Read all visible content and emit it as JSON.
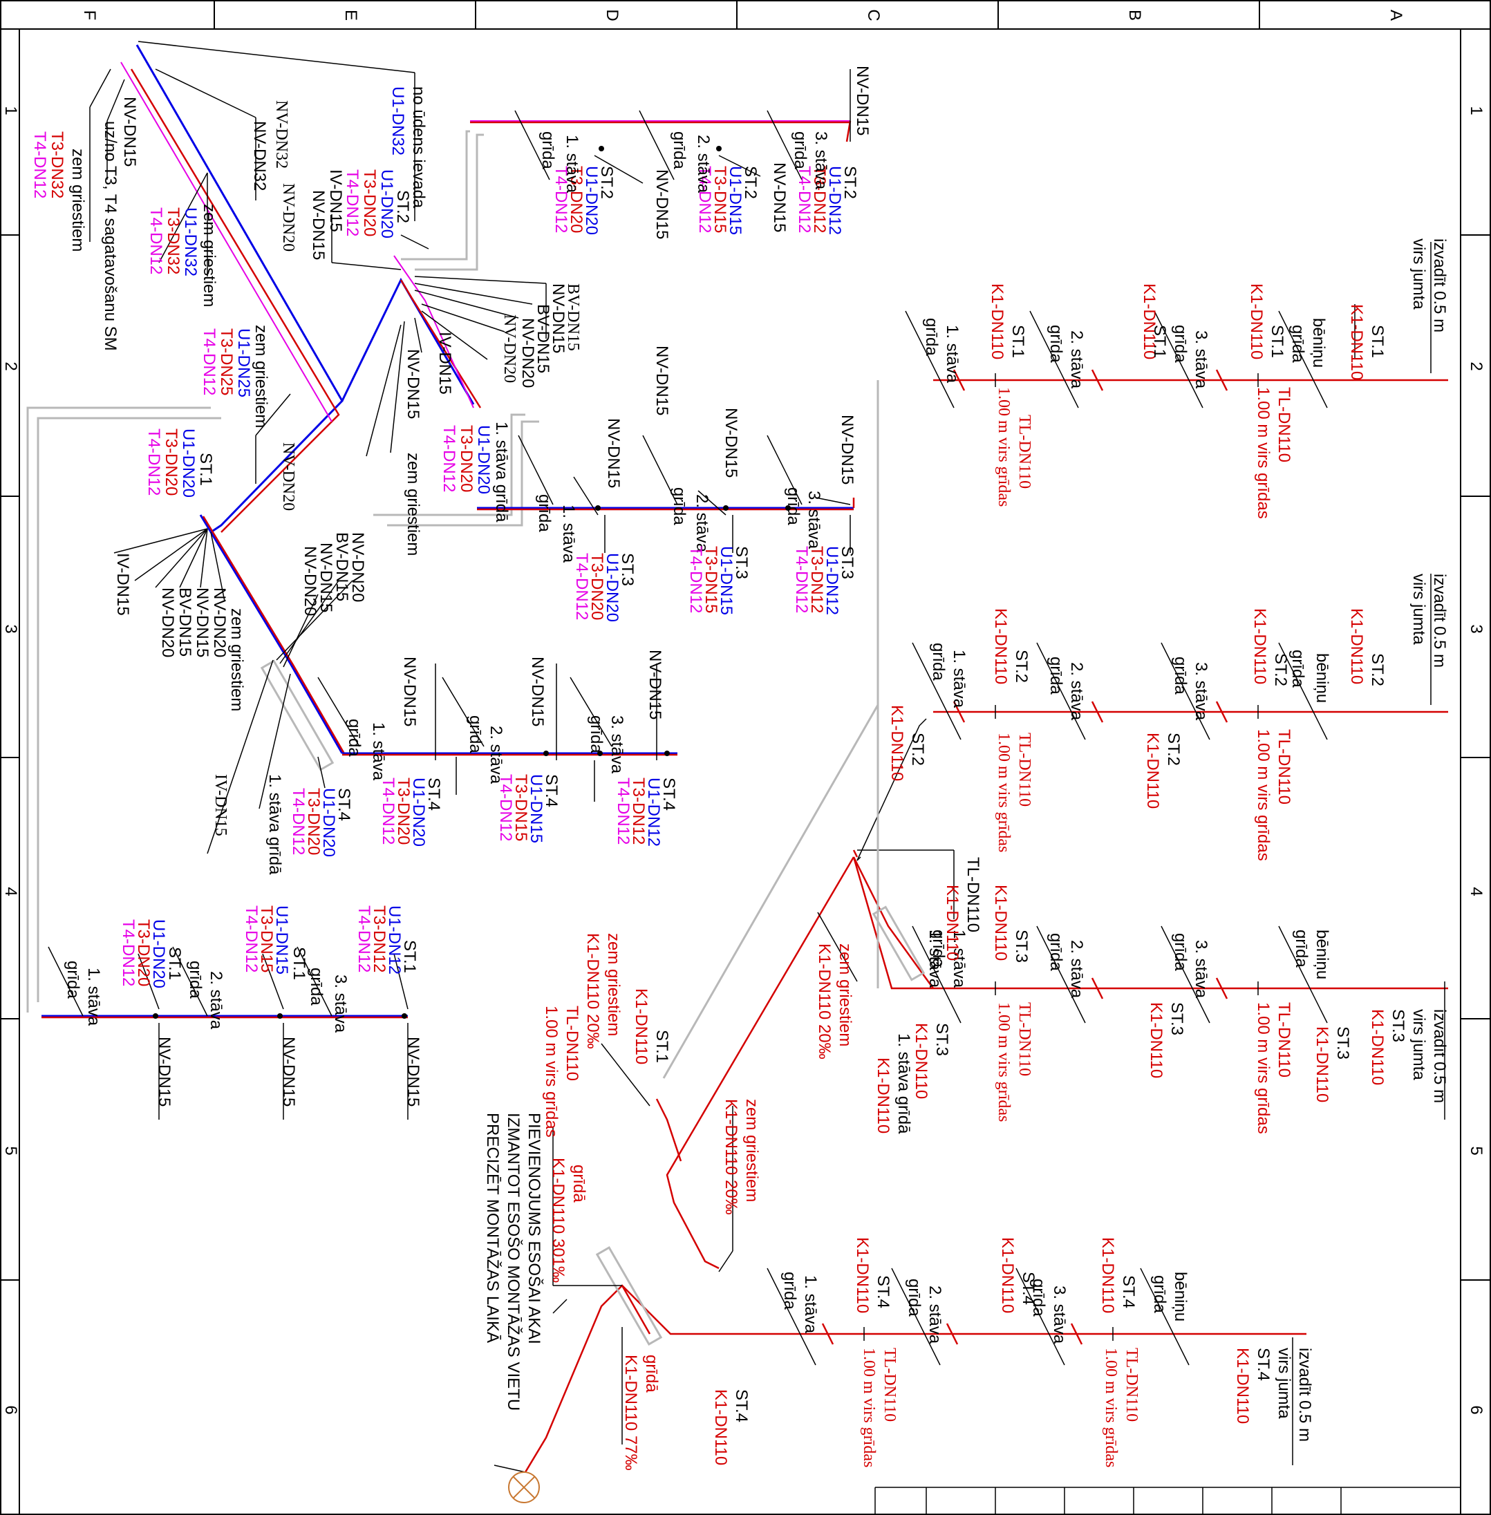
{
  "grid": {
    "columns": [
      "F",
      "E",
      "D",
      "C",
      "B",
      "A"
    ],
    "rows": [
      "1",
      "2",
      "3",
      "4",
      "5",
      "6"
    ]
  },
  "colors": {
    "sewer_red": "#d40000",
    "cold_water_blue": "#0000e6",
    "hot_water_magenta": "#e600e6",
    "frame_black": "#000000",
    "guide_gray": "#b8b8b8",
    "connection_brown": "#c87832"
  },
  "sewer": {
    "risers": [
      {
        "id": "st1",
        "top_note_1": "izvadīt 0.5 m",
        "top_note_2": "virs jumta",
        "riser": "ST.1",
        "pipe": "K1-DN110",
        "levels": [
          "bēniņu",
          "grīda",
          "3. stāva",
          "grīda",
          "2. stāva",
          "grīda",
          "1. stāva",
          "grīda"
        ],
        "tl": "TL-DN110",
        "height_note": "1.00 m virs grīdas"
      },
      {
        "id": "st2",
        "top_note_1": "izvadīt 0.5 m",
        "top_note_2": "virs jumta",
        "riser": "ST.2",
        "pipe": "K1-DN110",
        "levels": [
          "bēniņu",
          "grīda",
          "3. stāva",
          "grīda",
          "2. stāva",
          "grīda",
          "1. stāva",
          "grīda"
        ],
        "tl": "TL-DN110",
        "height_note": "1.00 m virs grīdas"
      },
      {
        "id": "st3",
        "top_note_1": "izvadīt 0.5 m",
        "top_note_2": "virs jumta",
        "riser": "ST.3",
        "pipe": "K1-DN110",
        "levels": [
          "bēniņu",
          "grīda",
          "3. stāva",
          "grīda",
          "2. stāva",
          "grīda",
          "1. stāva",
          "grīda"
        ],
        "tl": "TL-DN110",
        "height_note": "1.00 m virs grīdas"
      },
      {
        "id": "st4",
        "top_note_1": "izvadīt 0.5 m",
        "top_note_2": "virs jumta",
        "riser": "ST.4",
        "pipe": "K1-DN110",
        "levels": [
          "bēniņu",
          "grīda",
          "3. stāva",
          "grīda",
          "2. stāva",
          "grīda",
          "1. stāva",
          "grīda"
        ],
        "tl": "TL-DN110",
        "height_note": "1.00 m virs grīdas"
      }
    ],
    "collector_labels": {
      "under_ceiling": "zem griestiem",
      "k1_20": "K1-DN110 20‰",
      "k1_301": "K1-DN110 301‰",
      "k1_77": "K1-DN110 77‰",
      "floor": "grīdā",
      "first_floor_floor": "1. stāva grīdā",
      "connection_note_1": "PIEVIENOJUMS ESOŠAI AKAI",
      "connection_note_2": "IZMANTOT ESOŠO MONTĀŽAS VIETU",
      "connection_note_3": "PRECIZĒT MONTĀŽAS LAIKĀ"
    }
  },
  "water": {
    "labels": {
      "from_inlet": "no ūdens ievada",
      "u1_32": "U1-DN32",
      "t3_32": "T3-DN32",
      "t4_12": "T4-DN12",
      "u1_25": "U1-DN25",
      "t3_25": "T3-DN25",
      "u1_20": "U1-DN20",
      "t3_20": "T3-DN20",
      "u1_15": "U1-DN15",
      "t3_15": "T3-DN15",
      "u1_12": "U1-DN12",
      "t3_12": "T3-DN12",
      "nv_15": "NV-DN15",
      "nv_20": "NV-DN20",
      "nv_32": "NV-DN32",
      "bv_15": "BV-DN15",
      "iv_15": "IV-DN15",
      "under_ceiling": "zem griestiem",
      "prep_note": "uz/no T3, T4  sagatavošanu SM",
      "first_floor_floor": "1. stāva grīdā",
      "first_floor": "1. stāva",
      "second_floor": "2. stāva",
      "third_floor": "3. stāva",
      "floor": "grīda",
      "st1": "ST.1",
      "st2": "ST.2",
      "st3": "ST.3",
      "st4": "ST.4"
    }
  }
}
